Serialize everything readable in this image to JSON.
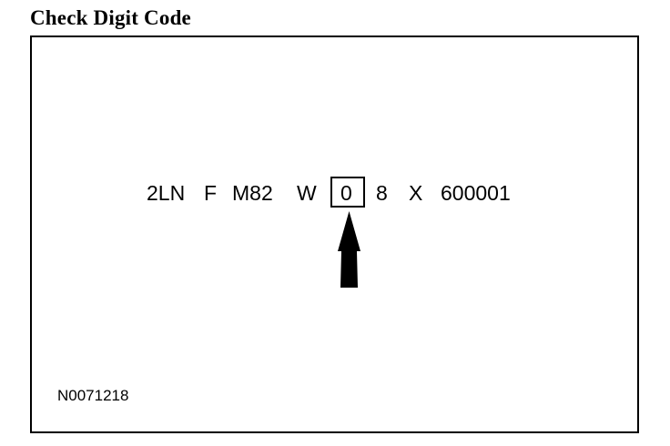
{
  "title": "Check Digit Code",
  "vin": {
    "segments": [
      "2LN",
      "F",
      "M82",
      "W",
      "8",
      "X",
      "600001"
    ],
    "check_digit": "0"
  },
  "reference_code": "N0071218"
}
